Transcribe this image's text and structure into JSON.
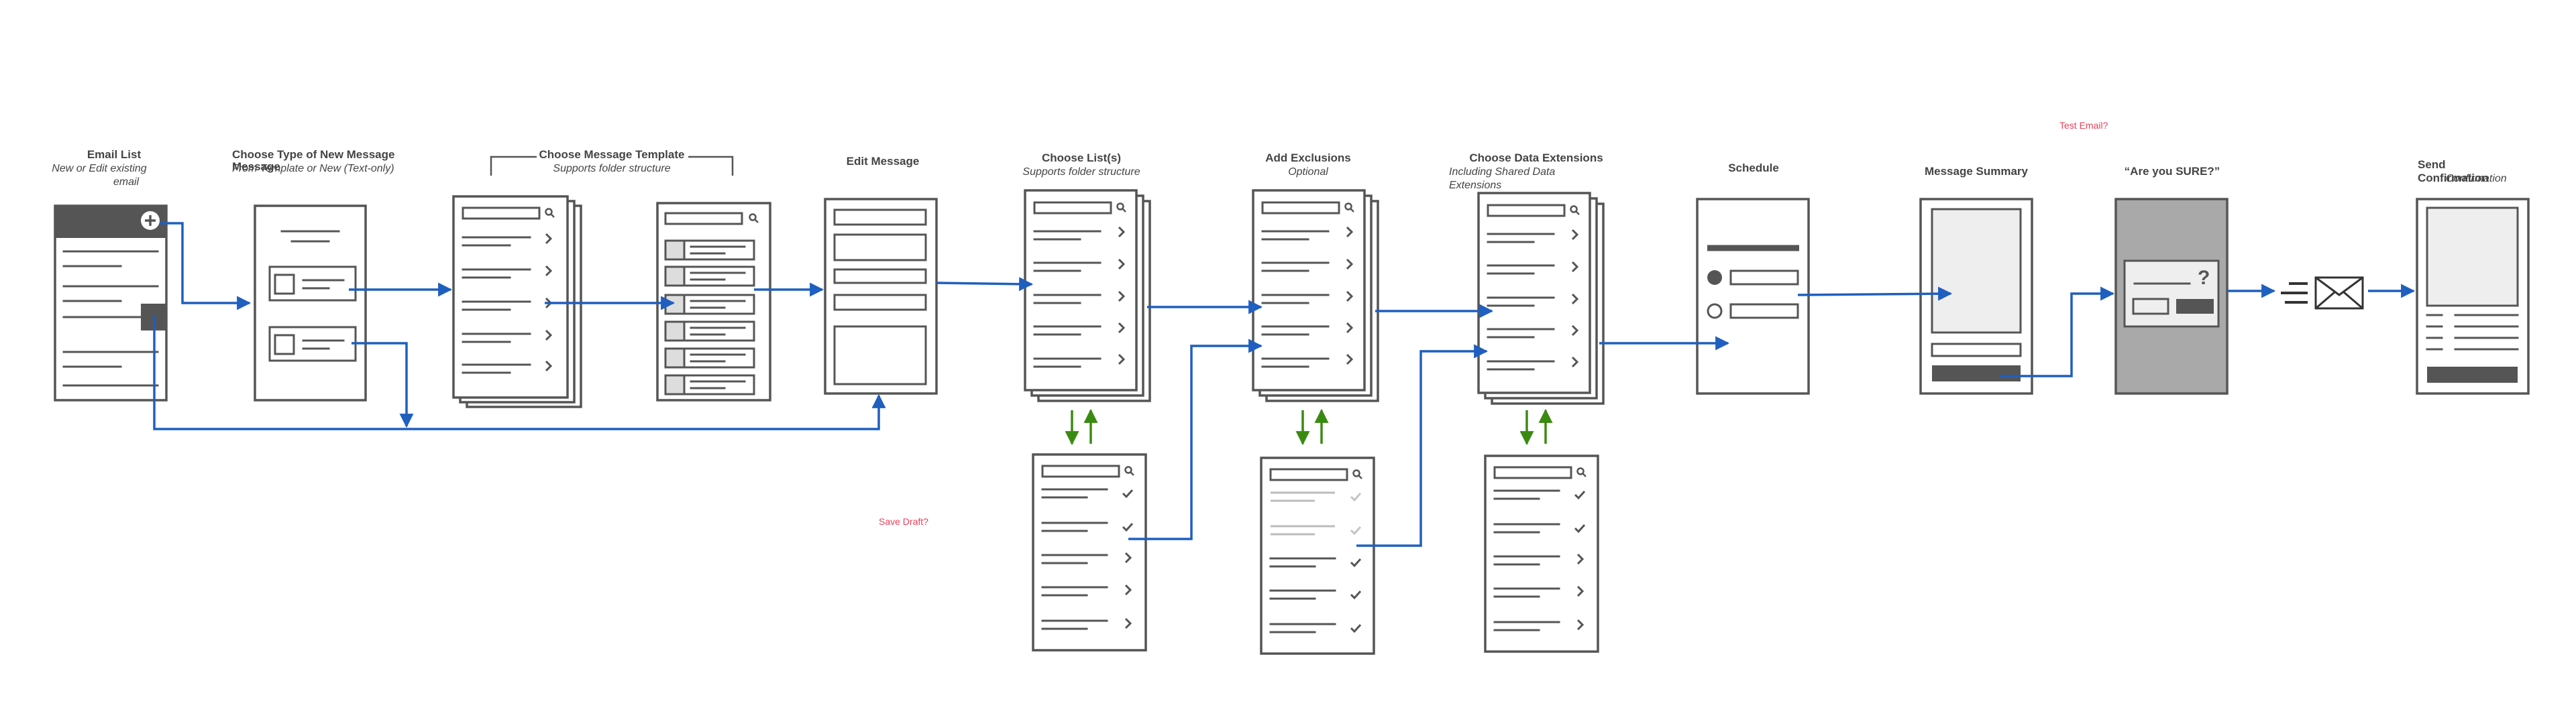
{
  "screens": [
    {
      "title": "Email List",
      "subtitle_1": "New or Edit existing",
      "subtitle_2": "email"
    },
    {
      "title": "Choose Type of New Message",
      "title_overlap": "Message",
      "subtitle_1": "From Template or New (Text-only)"
    },
    {
      "title": "Choose Message Template",
      "subtitle_1": "Supports folder structure"
    },
    {
      "title": "Edit Message"
    },
    {
      "title": "Choose List(s)",
      "subtitle_1": "Supports folder structure"
    },
    {
      "title": "Add Exclusions",
      "subtitle_1": "Optional"
    },
    {
      "title": "Choose Data Extensions",
      "subtitle_1": "Including Shared Data",
      "subtitle_2": "Extensions"
    },
    {
      "title": "Schedule"
    },
    {
      "title": "Message Summary"
    },
    {
      "title": "“Are you SURE?”"
    },
    {
      "title": "Send",
      "title_2": "Confirmation",
      "subtitle_1": "Confirmation"
    }
  ],
  "notes": {
    "test_email": "Test Email?",
    "save_draft": "Save Draft?"
  },
  "icons": [
    "add-circle-icon",
    "search-icon",
    "chevron-right-icon",
    "check-icon",
    "question-mark-icon",
    "envelope-icon",
    "speed-lines-icon"
  ],
  "colors": {
    "flow_arrow": "#1f5fbf",
    "sync_arrow": "#3a8a12",
    "note_text": "#e8415a",
    "wireframe": "#555555",
    "dialog_overlay": "#a9a9a9"
  }
}
